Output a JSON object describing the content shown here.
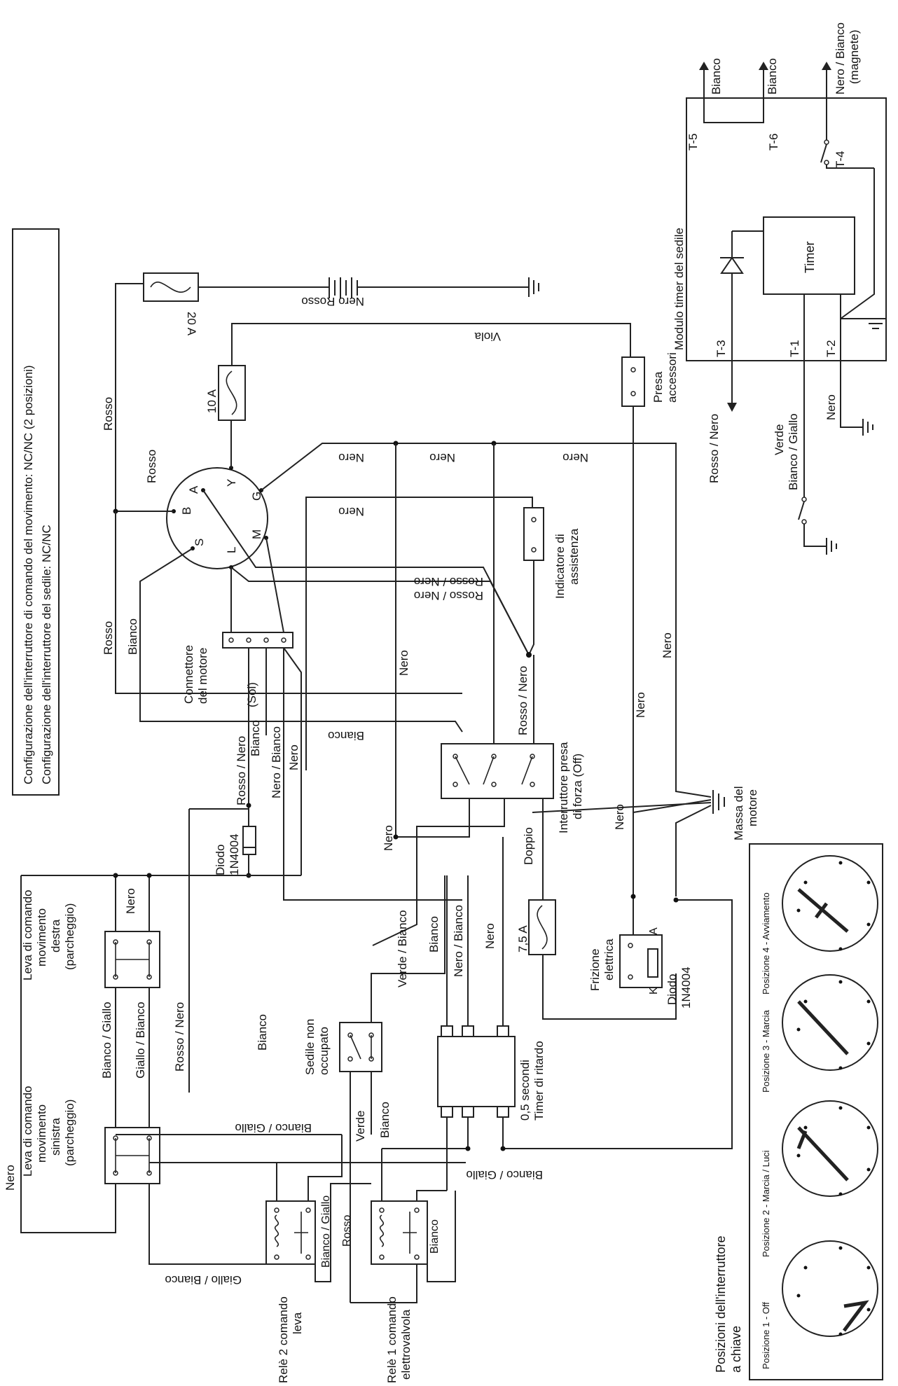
{
  "header": {
    "line1": "Configurazione dell'interruttore di comando del movimento: NC/NC (2 posizioni)",
    "line2": "Configurazione dell'interruttore del sedile: NC/NC"
  },
  "components": {
    "fuse_20a": "20 A",
    "fuse_10a": "10 A",
    "fuse_75a": "7,5 A",
    "key_terminals": [
      "B",
      "A",
      "Y",
      "G",
      "M",
      "L",
      "S"
    ],
    "motor_connector": [
      "Connettore",
      "del motore"
    ],
    "sol": "(Sol)",
    "accessory_socket": [
      "Presa",
      "accessori"
    ],
    "service_indicator": [
      "Indicatore di",
      "assistenza"
    ],
    "pto_switch": [
      "Interruttore presa",
      "di forza (Off)"
    ],
    "engine_ground": [
      "Massa del",
      "motore"
    ],
    "diode_top": [
      "Diodo",
      "1N4004"
    ],
    "clutch": [
      "Frizione",
      "elettrica"
    ],
    "diode_clutch": [
      "Diodo",
      "1N4004"
    ],
    "clutch_pins": [
      "A",
      "K"
    ],
    "delay_timer": [
      "0,5 secondi",
      "Timer di ritardo"
    ],
    "seat_unoccupied": [
      "Sedile non",
      "occupato"
    ],
    "lever_right": [
      "Leva di comando",
      "movimento",
      "destra",
      "(parcheggio)"
    ],
    "lever_left": [
      "Leva di comando",
      "movimento",
      "sinistra",
      "(parcheggio)"
    ],
    "relay2": [
      "Relè 2 comando",
      "leva"
    ],
    "relay1": [
      "Relè 1 comando",
      "elettrovalvola"
    ]
  },
  "wires": {
    "rosso": "Rosso",
    "bianco": "Bianco",
    "nero": "Nero",
    "viola": "Viola",
    "nero_rosso": "Nero Rosso",
    "rosso_nero": "Rosso / Nero",
    "nero_bianco": "Nero / Bianco",
    "bianco_giallo": "Bianco / Giallo",
    "giallo_bianco": "Giallo / Bianco",
    "verde": "Verde",
    "verde_bianco": "Verde / Bianco",
    "doppio": "Doppio"
  },
  "seat_timer_module": {
    "title": "Modulo timer del sedile",
    "timer": "Timer",
    "terminals": [
      "T-1",
      "T-2",
      "T-3",
      "T-4",
      "T-5",
      "T-6"
    ],
    "out_t5": "Bianco",
    "out_t6": "Bianco",
    "out_t4": [
      "Nero / Bianco",
      "(magnete)"
    ],
    "in_t3": "Rosso / Nero",
    "in_t1": [
      "Verde",
      "Bianco / Giallo"
    ],
    "in_t2": "Nero"
  },
  "key_positions": {
    "title": [
      "Posizioni dell'interruttore",
      "a chiave"
    ],
    "positions": [
      "Posizione 1 - Off",
      "Posizione 2 - Marcia / Luci",
      "Posizione 3 - Marcia",
      "Posizione 4 - Avviamento"
    ]
  }
}
